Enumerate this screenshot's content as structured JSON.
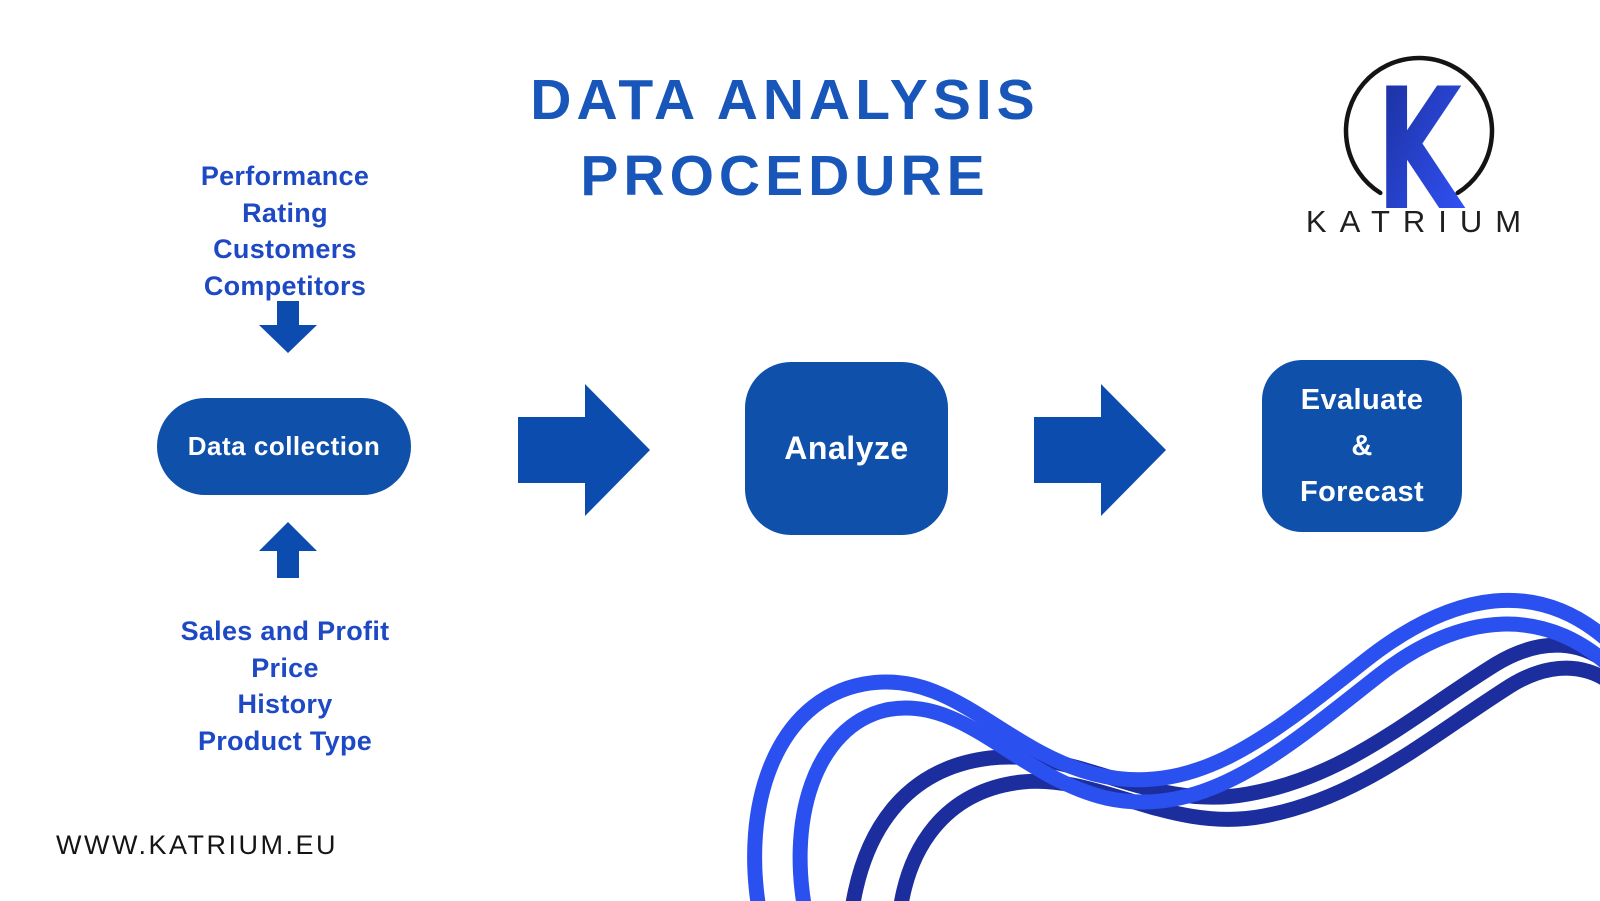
{
  "title": {
    "lines": [
      "DATA ANALYSIS",
      "PROCEDURE"
    ]
  },
  "top_inputs": {
    "items": [
      "Performance",
      "Rating",
      "Customers",
      "Competitors"
    ]
  },
  "bottom_inputs": {
    "items": [
      "Sales and Profit",
      "Price",
      "History",
      "Product Type"
    ]
  },
  "flow": {
    "data_collection_label": "Data collection",
    "analyze_label": "Analyze",
    "evaluate_lines": [
      "Evaluate",
      "&",
      "Forecast"
    ]
  },
  "logo": {
    "monogram": "K",
    "brand_name": "KATRIUM"
  },
  "footer": {
    "website": "WWW.KATRIUM.EU"
  },
  "colors": {
    "title_blue": "#1856b9",
    "list_blue": "#1e49c4",
    "shape_blue": "#0e50aa",
    "arrow_blue": "#0c4caf",
    "wave_bright_blue": "#2b50f0",
    "wave_navy_blue": "#1c2d9d",
    "logo_k_gradient_start": "#1a2d96",
    "logo_k_gradient_end": "#3355ff",
    "brand_text_dark": "#1f1f1f",
    "background": "#ffffff"
  }
}
